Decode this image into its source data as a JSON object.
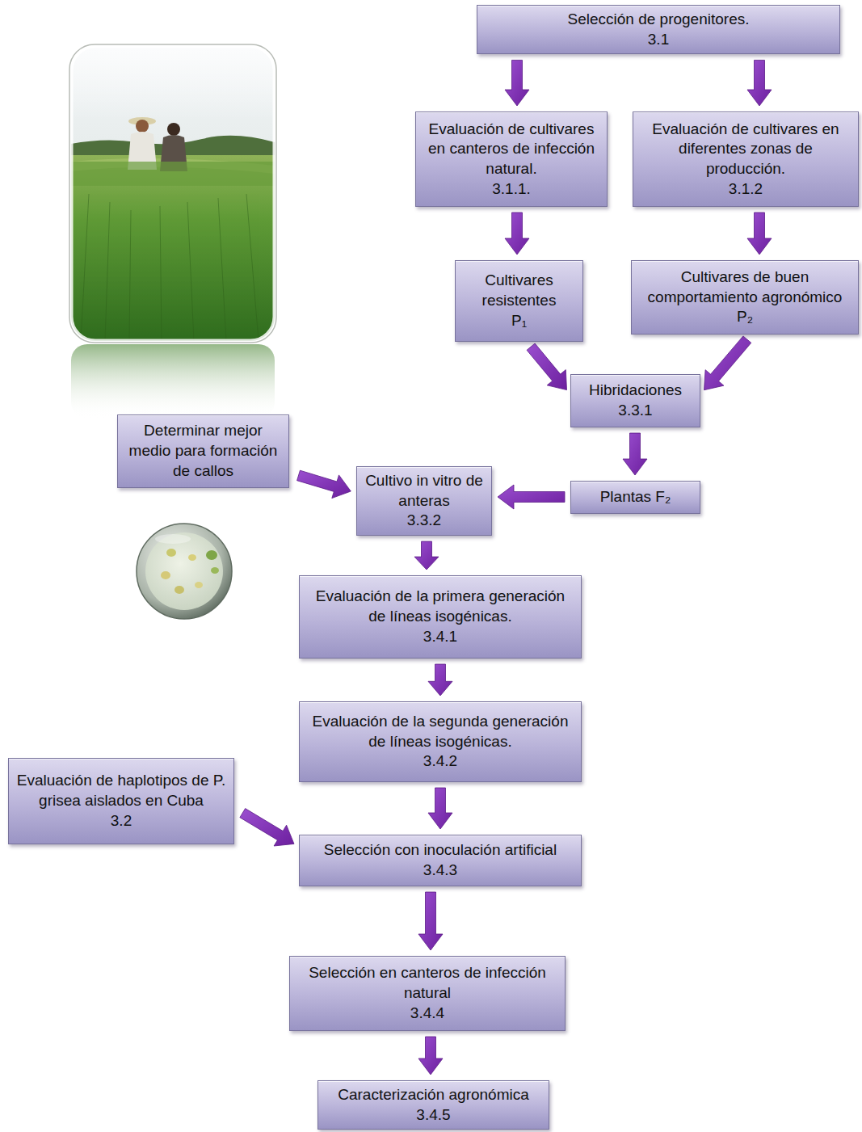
{
  "diagram": {
    "nodes": [
      {
        "text": [
          "Selección de progenitores.",
          "3.1"
        ]
      },
      {
        "text": [
          "Evaluación de cultivares en canteros de infección natural.",
          "3.1.1."
        ]
      },
      {
        "text": [
          "Evaluación de cultivares en diferentes zonas de producción.",
          "3.1.2"
        ]
      },
      {
        "text": [
          "Cultivares resistentes",
          "P₁"
        ]
      },
      {
        "text": [
          "Cultivares de buen comportamiento agronómico",
          "P₂"
        ]
      },
      {
        "text": [
          "Hibridaciones",
          "3.3.1"
        ]
      },
      {
        "text": [
          "Determinar mejor medio para formación de callos"
        ]
      },
      {
        "text": [
          "Cultivo in vitro de anteras",
          "3.3.2"
        ]
      },
      {
        "text": [
          "Plantas F₂"
        ]
      },
      {
        "text": [
          "Evaluación de la primera generación de líneas isogénicas.",
          "3.4.1"
        ]
      },
      {
        "text": [
          "Evaluación de la segunda generación de líneas isogénicas.",
          "3.4.2"
        ]
      },
      {
        "text": [
          "Evaluación de haplotipos de P. grisea aislados en Cuba",
          "3.2"
        ]
      },
      {
        "text": [
          "Selección con inoculación artificial",
          "3.4.3"
        ]
      },
      {
        "text": [
          "Selección en canteros de infección natural",
          "3.4.4"
        ]
      },
      {
        "text": [
          "Caracterización agronómica",
          "3.4.5"
        ]
      }
    ],
    "edges": [
      {
        "from": 0,
        "to": 1,
        "arrow": "to"
      },
      {
        "from": 0,
        "to": 2,
        "arrow": "to"
      },
      {
        "from": 1,
        "to": 3,
        "arrow": "to"
      },
      {
        "from": 2,
        "to": 4,
        "arrow": "to"
      },
      {
        "from": 3,
        "to": 5,
        "arrow": "to"
      },
      {
        "from": 4,
        "to": 5,
        "arrow": "to"
      },
      {
        "from": 5,
        "to": 8,
        "arrow": "to"
      },
      {
        "from": 8,
        "to": 7,
        "arrow": "to"
      },
      {
        "from": 6,
        "to": 7,
        "arrow": "to"
      },
      {
        "from": 7,
        "to": 9,
        "arrow": "to"
      },
      {
        "from": 9,
        "to": 10,
        "arrow": "to"
      },
      {
        "from": 10,
        "to": 12,
        "arrow": "to"
      },
      {
        "from": 11,
        "to": 12,
        "arrow": "to"
      },
      {
        "from": 12,
        "to": 13,
        "arrow": "to"
      },
      {
        "from": 13,
        "to": 14,
        "arrow": "to"
      }
    ]
  }
}
